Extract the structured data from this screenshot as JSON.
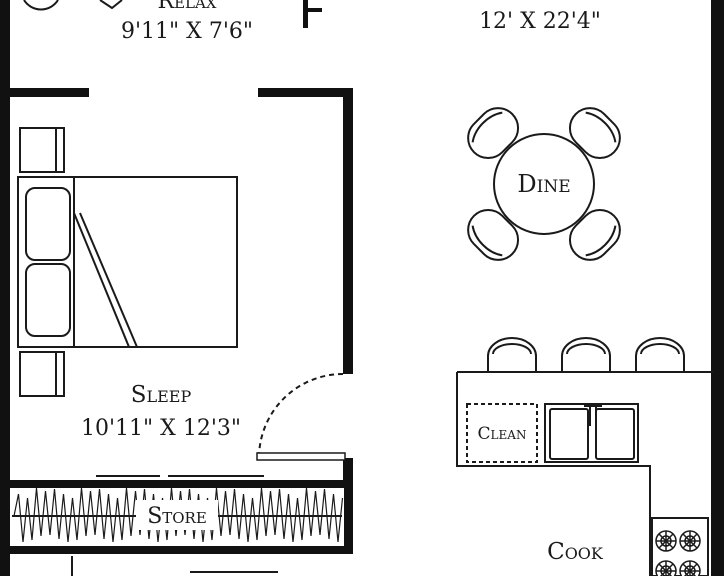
{
  "rooms": {
    "relax": {
      "name": "Relax",
      "size": "9'11\" X 7'6\""
    },
    "living": {
      "size": "12' X 22'4\""
    },
    "dine": {
      "name": "Dine"
    },
    "sleep": {
      "name": "Sleep",
      "size": "10'11\" X 12'3\""
    },
    "store": {
      "name": "Store"
    },
    "clean": {
      "name": "Clean"
    },
    "cook": {
      "name": "Cook"
    }
  },
  "colors": {
    "wall": "#111111",
    "line": "#1a1a1a",
    "background": "#ffffff"
  }
}
